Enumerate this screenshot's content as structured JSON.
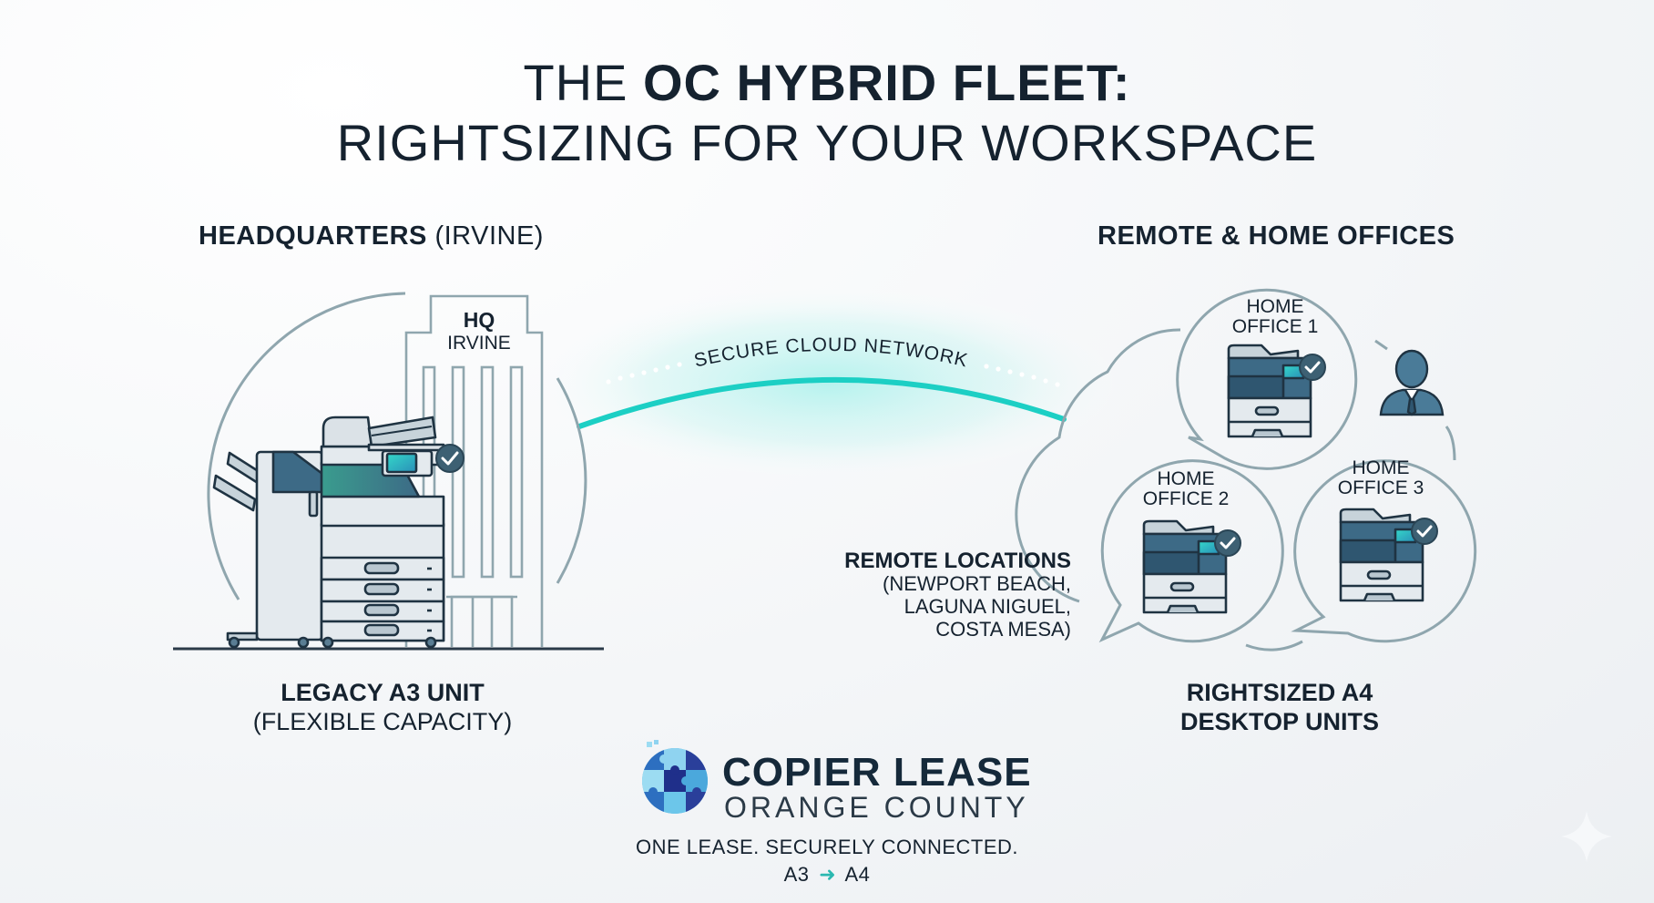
{
  "title": {
    "line1_prefix": "THE ",
    "line1_bold": "OC HYBRID FLEET:",
    "line2": "RIGHTSIZING FOR YOUR WORKSPACE"
  },
  "headquarters": {
    "heading_bold": "HEADQUARTERS",
    "heading_light": " (IRVINE)",
    "building_label_top": "HQ",
    "building_label_bottom": "IRVINE",
    "unit_title": "LEGACY A3 UNIT",
    "unit_subtitle": "(FLEXIBLE CAPACITY)",
    "status_icon": "check-circle-icon"
  },
  "network": {
    "label": "SECURE CLOUD NETWORK",
    "line_color": "#1ccfc4"
  },
  "remote": {
    "heading": "REMOTE & HOME OFFICES",
    "locations_title": "REMOTE LOCATIONS",
    "locations_lines": [
      "(NEWPORT BEACH,",
      "LAGUNA NIGUEL,",
      "COSTA MESA)"
    ],
    "offices": [
      {
        "line1": "HOME",
        "line2": "OFFICE 1"
      },
      {
        "line1": "HOME",
        "line2": "OFFICE 2"
      },
      {
        "line1": "HOME",
        "line2": "OFFICE 3"
      }
    ],
    "unit_title_line1": "RIGHTSIZED A4",
    "unit_title_line2": "DESKTOP UNITS",
    "user_icon": "business-person-icon"
  },
  "brand": {
    "name_top": "COPIER LEASE",
    "name_bottom": "ORANGE COUNTY",
    "tagline": "ONE LEASE. SECURELY CONNECTED.",
    "from": "A3",
    "to": "A4",
    "arrow_icon": "right-arrow-icon",
    "logo_icon": "puzzle-globe-icon"
  },
  "colors": {
    "accent_teal": "#1ccfc4",
    "dark_navy": "#15222f",
    "outline_gray": "#8fa6ae",
    "printer_blue": "#3d6a86"
  }
}
